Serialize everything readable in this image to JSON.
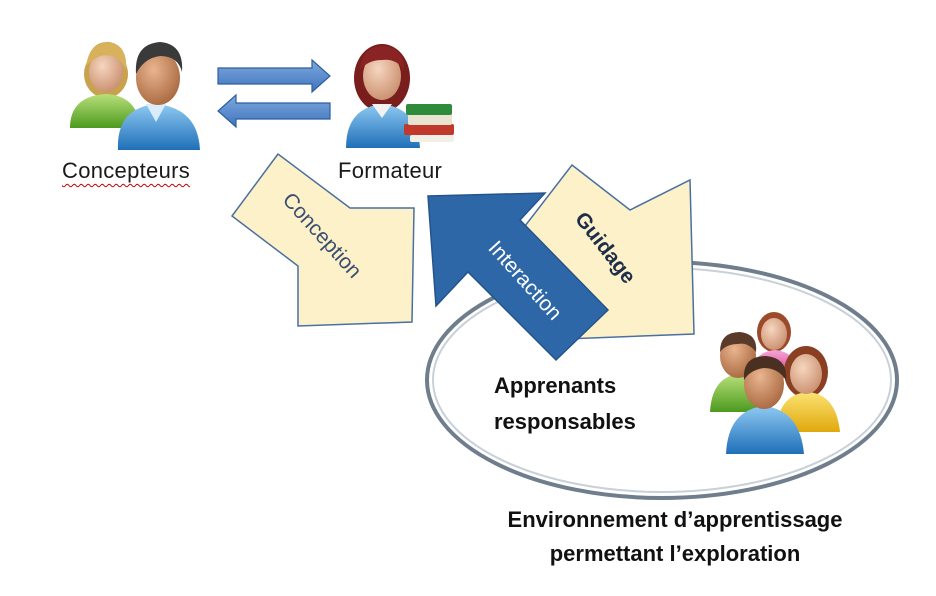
{
  "actors": {
    "concepteurs": "Concepteurs",
    "formateur": "Formateur"
  },
  "arrows": {
    "conception": "Conception",
    "interaction": "Interaction",
    "guidage": "Guidage"
  },
  "learners": {
    "line1": "Apprenants",
    "line2": "responsables"
  },
  "environment": {
    "line1": "Environnement d’apprentissage",
    "line2": "permettant l’exploration"
  },
  "colors": {
    "arrow_fill": "#fdf1c9",
    "arrow_stroke": "#4a6fa0",
    "interaction_fill": "#2e67a8",
    "swap_arrow_fill": "#5b8fd0",
    "ellipse_stroke": "#6f7d8c"
  }
}
